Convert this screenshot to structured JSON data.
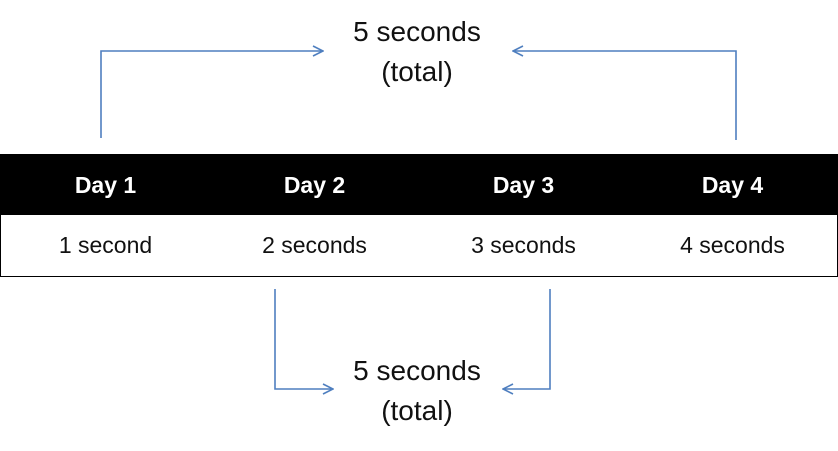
{
  "colors": {
    "header_bg": "#000000",
    "header_text": "#ffffff",
    "arrow": "#4f7fbf",
    "text": "#111111"
  },
  "top_total": {
    "line1": "5 seconds",
    "line2": "(total)"
  },
  "bottom_total": {
    "line1": "5 seconds",
    "line2": "(total)"
  },
  "days": [
    {
      "label": "Day 1",
      "value": "1 second"
    },
    {
      "label": "Day 2",
      "value": "2 seconds"
    },
    {
      "label": "Day 3",
      "value": "3 seconds"
    },
    {
      "label": "Day 4",
      "value": "4 seconds"
    }
  ]
}
